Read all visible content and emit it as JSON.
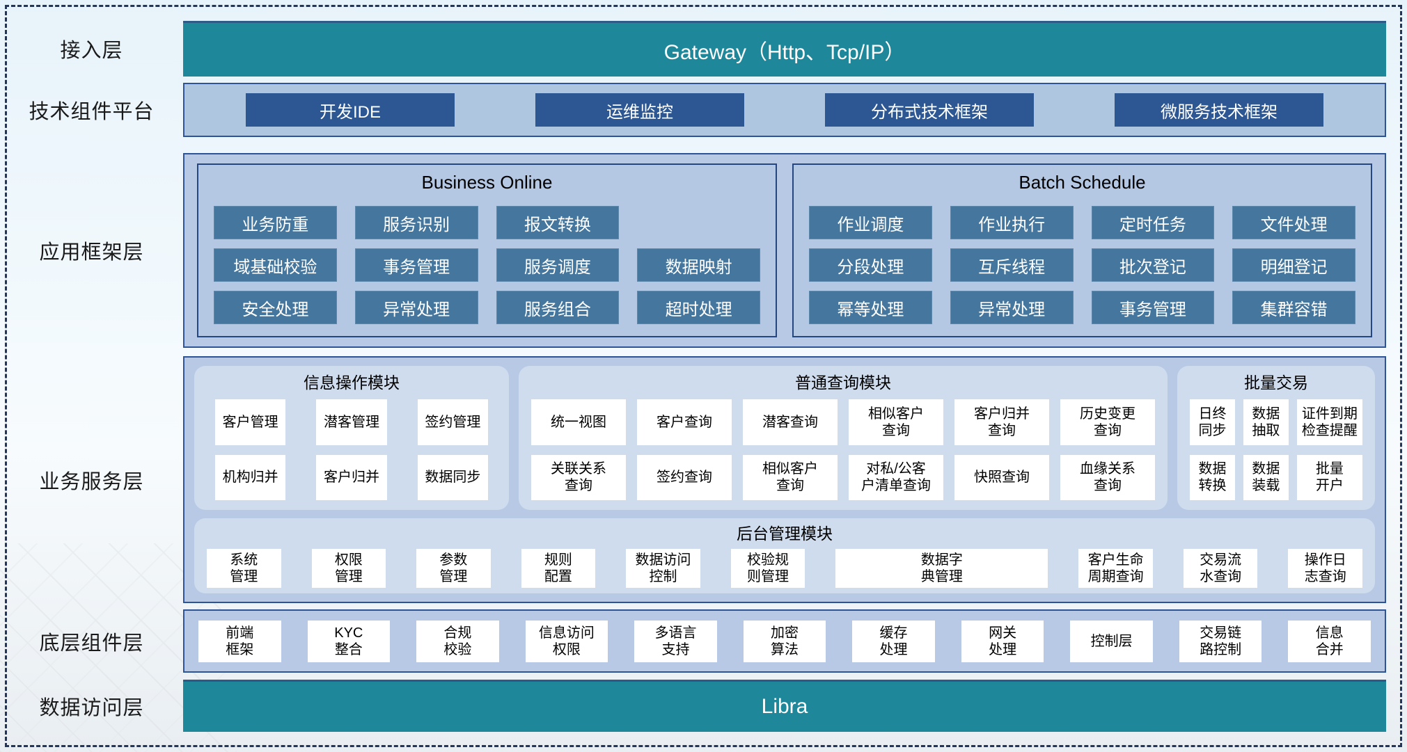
{
  "colors": {
    "teal_bar": "#1e8799",
    "dark_blue_button": "#2d5793",
    "steel_blue_item": "#44769e",
    "layer_panel": "#b7c9e4",
    "tech_panel": "#aec6e0",
    "light_module_panel": "#cfdcee",
    "panel_border": "#2f5496",
    "page_border": "#22365c"
  },
  "access": {
    "label": "接入层",
    "gateway_title": "Gateway（Http、Tcp/IP）"
  },
  "tech": {
    "label": "技术组件平台",
    "items": [
      "开发IDE",
      "运维监控",
      "分布式技术框架",
      "微服务技术框架"
    ]
  },
  "app": {
    "label": "应用框架层",
    "business_online": {
      "title": "Business Online",
      "row1": [
        "业务防重",
        "服务识别",
        "报文转换"
      ],
      "row2": [
        "域基础校验",
        "事务管理",
        "服务调度",
        "数据映射"
      ],
      "row3": [
        "安全处理",
        "异常处理",
        "服务组合",
        "超时处理"
      ]
    },
    "batch_schedule": {
      "title": "Batch Schedule",
      "row1": [
        "作业调度",
        "作业执行",
        "定时任务",
        "文件处理"
      ],
      "row2": [
        "分段处理",
        "互斥线程",
        "批次登记",
        "明细登记"
      ],
      "row3": [
        "幂等处理",
        "异常处理",
        "事务管理",
        "集群容错"
      ]
    }
  },
  "biz": {
    "label": "业务服务层",
    "info_module": {
      "title": "信息操作模块",
      "row1": [
        "客户管理",
        "潜客管理",
        "签约管理"
      ],
      "row2": [
        "机构归并",
        "客户归并",
        "数据同步"
      ]
    },
    "query_module": {
      "title": "普通查询模块",
      "row1": [
        "统一视图",
        "客户查询",
        "潜客查询",
        "相似客户\n查询",
        "客户归并\n查询",
        "历史变更\n查询"
      ],
      "row2": [
        "关联关系\n查询",
        "签约查询",
        "相似客户\n查询",
        "对私/公客\n户清单查询",
        "快照查询",
        "血缘关系\n查询"
      ]
    },
    "batch_trade": {
      "title": "批量交易",
      "row1": [
        "日终\n同步",
        "数据\n抽取",
        "证件到期\n检查提醒"
      ],
      "row2": [
        "数据\n转换",
        "数据\n装载",
        "批量\n开户"
      ]
    },
    "admin_module": {
      "title": "后台管理模块",
      "items": [
        "系统\n管理",
        "权限\n管理",
        "参数\n管理",
        "规则\n配置",
        "数据访问\n控制",
        "校验规\n则管理",
        "数据字\n典管理",
        "客户生命周期查询",
        "交易流\n水查询",
        "操作日\n志查询"
      ]
    }
  },
  "base": {
    "label": "底层组件层",
    "items": [
      "前端\n框架",
      "KYC\n整合",
      "合规\n校验",
      "信息访问\n权限",
      "多语言\n支持",
      "加密\n算法",
      "缓存\n处理",
      "网关\n处理",
      "控制层",
      "交易链\n路控制",
      "信息\n合并"
    ]
  },
  "data_access": {
    "label": "数据访问层",
    "bar_title": "Libra"
  }
}
